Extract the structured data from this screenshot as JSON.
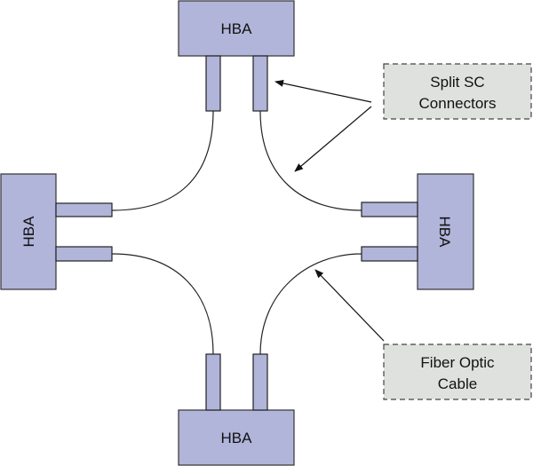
{
  "diagram": {
    "hba_top": "HBA",
    "hba_left": "HBA",
    "hba_right": "HBA",
    "hba_bottom": "HBA",
    "callout_connectors": {
      "line1": "Split SC",
      "line2": "Connectors"
    },
    "callout_cable": {
      "line1": "Fiber Optic",
      "line2": "Cable"
    }
  },
  "colors": {
    "hba_fill": "#b1b5da",
    "callout_fill": "#dfe1df",
    "line": "#222222"
  }
}
